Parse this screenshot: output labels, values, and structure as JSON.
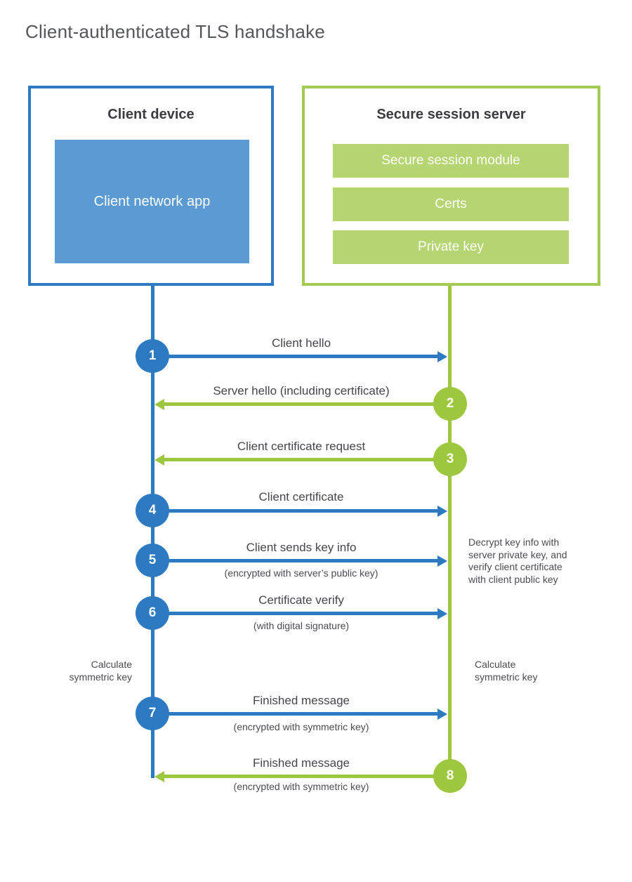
{
  "title": "Client-authenticated TLS handshake",
  "client": {
    "heading": "Client device",
    "app_label": "Client network app"
  },
  "server": {
    "heading": "Secure session server",
    "modules": [
      "Secure session module",
      "Certs",
      "Private key"
    ]
  },
  "messages": [
    {
      "num": "1",
      "label": "Client hello",
      "sub": "",
      "from": "client",
      "to": "server",
      "color": "blue"
    },
    {
      "num": "2",
      "label": "Server hello (including certificate)",
      "sub": "",
      "from": "server",
      "to": "client",
      "color": "green"
    },
    {
      "num": "3",
      "label": "Client certificate request",
      "sub": "",
      "from": "server",
      "to": "client",
      "color": "green"
    },
    {
      "num": "4",
      "label": "Client certificate",
      "sub": "",
      "from": "client",
      "to": "server",
      "color": "blue"
    },
    {
      "num": "5",
      "label": "Client sends key info",
      "sub": "(encrypted with server’s public key)",
      "from": "client",
      "to": "server",
      "color": "blue"
    },
    {
      "num": "6",
      "label": "Certificate verify",
      "sub": "(with digital signature)",
      "from": "client",
      "to": "server",
      "color": "blue"
    },
    {
      "num": "7",
      "label": "Finished message",
      "sub": "(encrypted with symmetric key)",
      "from": "client",
      "to": "server",
      "color": "blue"
    },
    {
      "num": "8",
      "label": "Finished message",
      "sub": "(encrypted with symmetric key)",
      "from": "server",
      "to": "client",
      "color": "green"
    }
  ],
  "notes": {
    "decrypt": "Decrypt key info with\nserver private key, and\nverify client certificate\nwith client public key",
    "calc_left": "Calculate\nsymmetric key",
    "calc_right": "Calculate\nsymmetric key"
  },
  "colors": {
    "blue": "#2e7ac2",
    "blue_fill": "#5b9ad2",
    "green": "#9dc73f",
    "green_border": "#a3ca52",
    "green_fill": "#b5d573"
  }
}
